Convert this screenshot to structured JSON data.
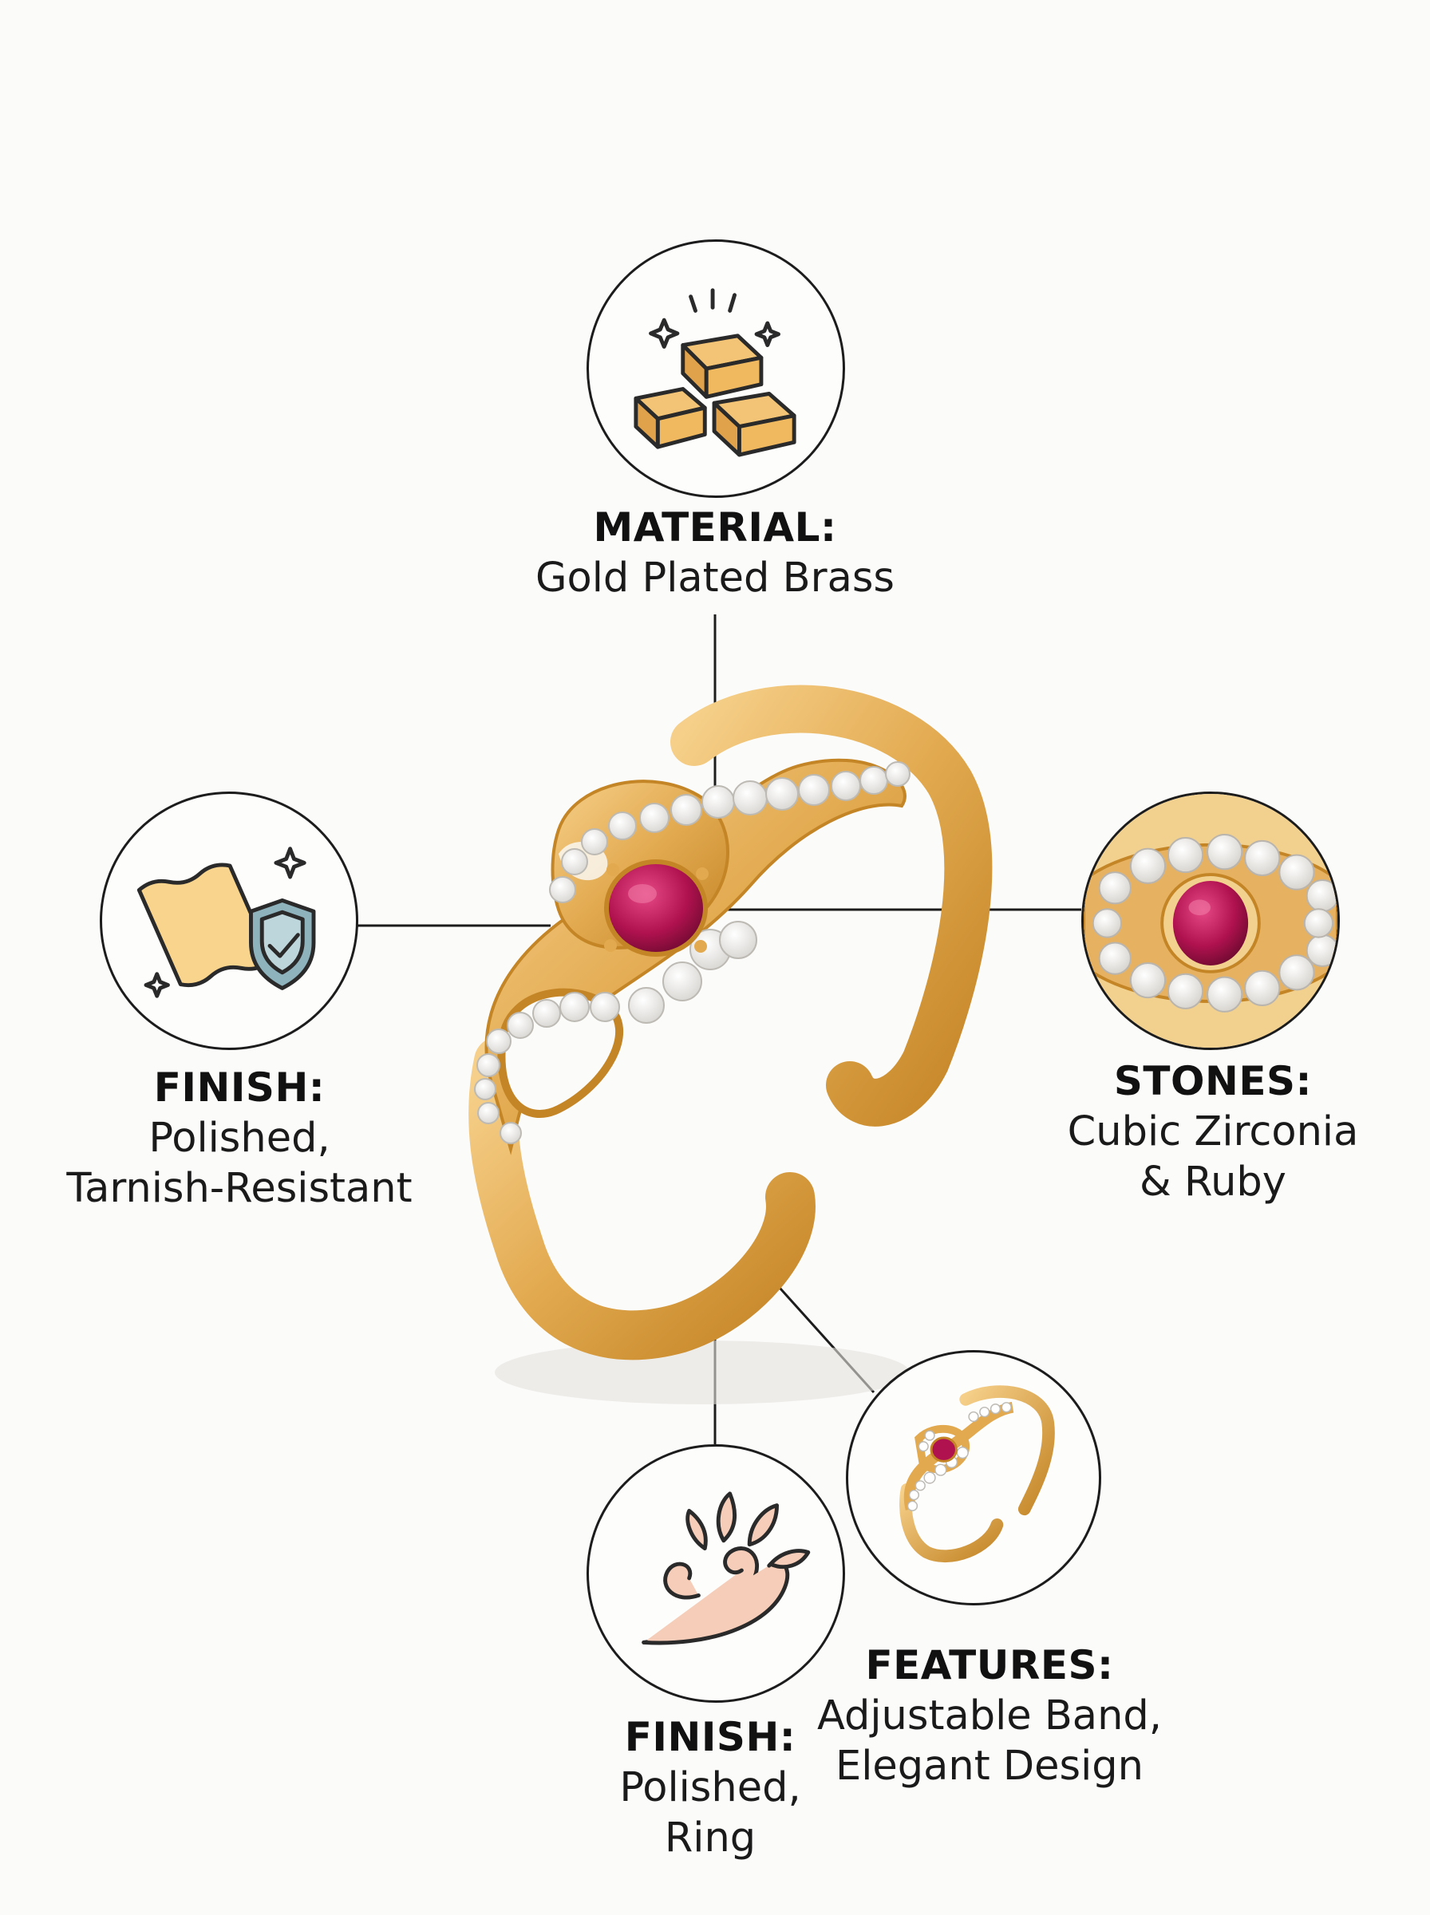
{
  "features": {
    "material": {
      "heading": "MATERIAL:",
      "lines": [
        "Gold Plated Brass"
      ],
      "icon": "gold-bars-icon"
    },
    "finish_left": {
      "heading": "FINISH:",
      "lines": [
        "Polished,",
        "Tarnish-Resistant"
      ],
      "icon": "polish-cloth-shield-icon"
    },
    "stones": {
      "heading": "STONES:",
      "lines": [
        "Cubic Zirconia",
        "& Ruby"
      ],
      "icon": "ruby-stone-closeup-icon"
    },
    "finish_bottom": {
      "heading": "FINISH:",
      "lines": [
        "Polished,",
        "Ring"
      ],
      "icon": "swirl-flourish-icon"
    },
    "features": {
      "heading": "FEATURES:",
      "lines": [
        "Adjustable Band,",
        "Elegant Design"
      ],
      "icon": "ring-thumbnail-icon"
    }
  },
  "colors": {
    "gold": "#e8b460",
    "gold_dark": "#c98d2e",
    "ruby": "#b0124f",
    "shield": "#8fb3bd",
    "line": "#1c1c1c"
  }
}
